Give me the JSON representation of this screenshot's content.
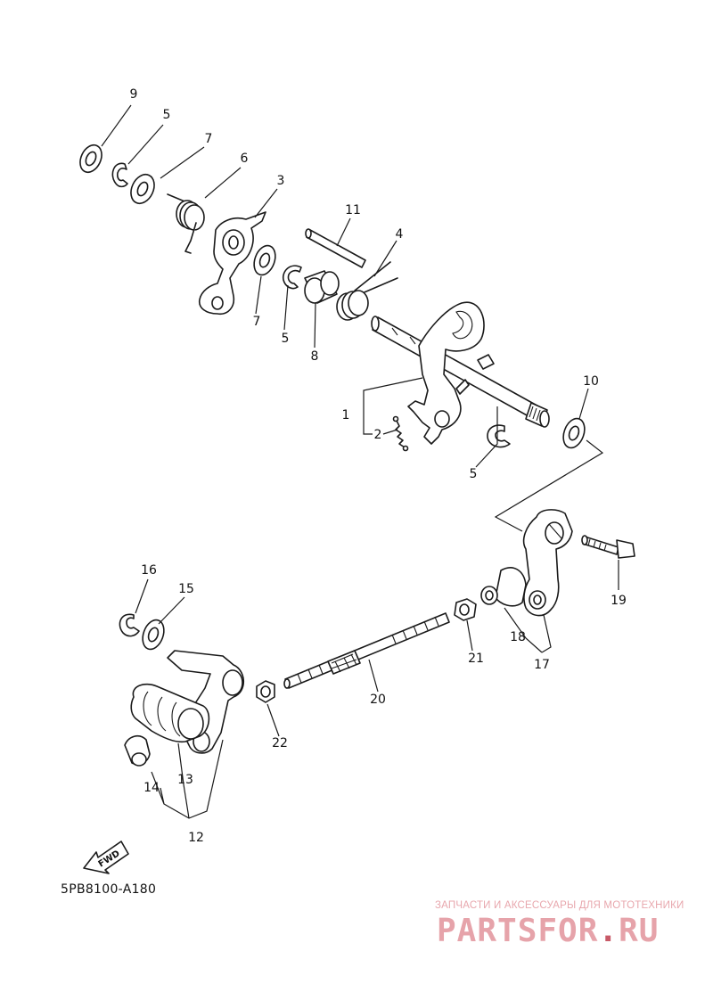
{
  "diagram": {
    "code": "5PB8100-A180",
    "fwd_label": "FWD",
    "callouts": {
      "c9": "9",
      "c5a": "5",
      "c7a": "7",
      "c6": "6",
      "c3": "3",
      "c11": "11",
      "c4": "4",
      "c7b": "7",
      "c5b": "5",
      "c8": "8",
      "c10": "10",
      "c1": "1",
      "c2": "2",
      "c5c": "5",
      "c19": "19",
      "c16": "16",
      "c15": "15",
      "c18": "18",
      "c17": "17",
      "c21": "21",
      "c20": "20",
      "c22": "22",
      "c14": "14",
      "c13": "13",
      "c12": "12"
    }
  },
  "watermark": {
    "caption": "ЗАПЧАСТИ И АКСЕССУАРЫ ДЛЯ МОТОТЕХНИКИ",
    "logo_main": "PARTSFOR",
    "logo_dot": ".",
    "logo_tld": "RU"
  }
}
